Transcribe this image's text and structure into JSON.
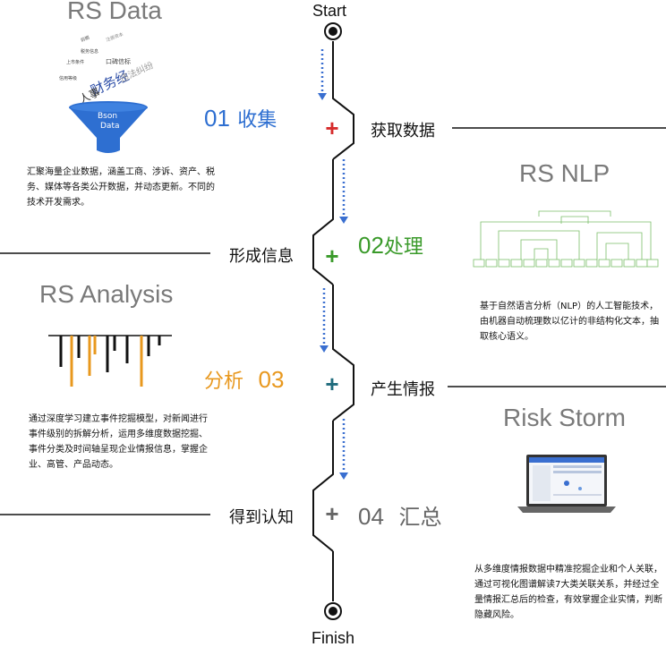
{
  "endpoints": {
    "start": "Start",
    "finish": "Finish"
  },
  "colors": {
    "step1": "#2e6fd1",
    "step2": "#3a9a2a",
    "step3": "#e8981e",
    "step4": "#666666",
    "plus1": "#d62b2b",
    "plus2": "#3a9a2a",
    "plus3": "#1f6b7c",
    "plus4": "#666666",
    "dots": "#3a6fd0"
  },
  "sections": {
    "data": {
      "title": "RS Data",
      "funnel_label_1": "Bson",
      "funnel_label_2": "Data",
      "wordcloud": [
        "财务经",
        "人事",
        "违法纠纷",
        "口碑信标",
        "上市条件",
        "信用等级",
        "前期",
        "注册资本",
        "税务信息"
      ],
      "description": "汇聚海量企业数据，涵盖工商、涉诉、资产、税务、媒体等各类公开数据，并动态更新。不同的技术开发需求。"
    },
    "nlp": {
      "title": "RS NLP",
      "description": "基于自然语言分析（NLP）的人工智能技术，由机器自动梳理数以亿计的非结构化文本，抽取核心语义。"
    },
    "analysis": {
      "title": "RS Analysis",
      "description": "通过深度学习建立事件挖掘模型，对新闻进行事件级别的拆解分析，运用多维度数据挖掘、事件分类及时间轴呈现企业情报信息，掌握企业、高管、产品动态。"
    },
    "storm": {
      "title": "Risk Storm",
      "description": "从多维度情报数据中精准挖掘企业和个人关联，通过可视化图谱解读7大类关联关系，并经过全量情报汇总后的检查，有效掌握企业实情，判断隐藏风险。"
    }
  },
  "steps": [
    {
      "num": "01",
      "name": "收集",
      "side_label": "获取数据"
    },
    {
      "num": "02",
      "name": "处理",
      "side_label": "形成信息"
    },
    {
      "num": "03",
      "name": "分析",
      "side_label": "产生情报"
    },
    {
      "num": "04",
      "name": "汇总",
      "side_label": "得到认知"
    }
  ],
  "plus_symbol": "+"
}
